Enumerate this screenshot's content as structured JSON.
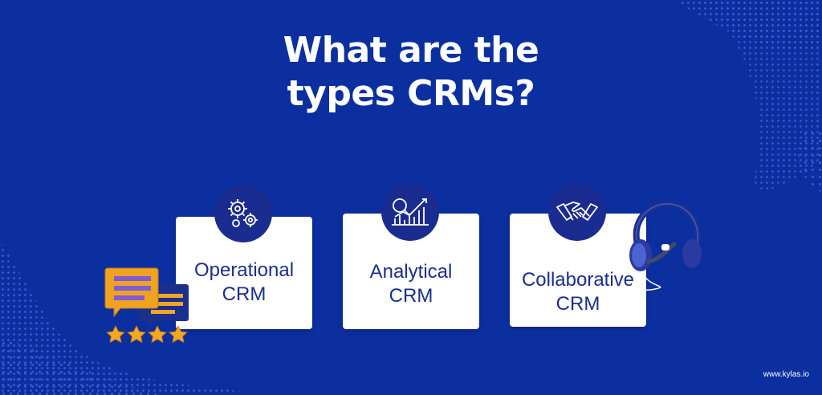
{
  "title": {
    "line1": "What are the",
    "line2": "types CRMs?"
  },
  "cards": [
    {
      "line1": "Operational",
      "line2": "CRM",
      "icon": "gears-icon"
    },
    {
      "line1": "Analytical",
      "line2": "CRM",
      "icon": "analytics-chart-icon"
    },
    {
      "line1": "Collaborative",
      "line2": "CRM",
      "icon": "handshake-icon"
    }
  ],
  "footer": {
    "url": "www.kylas.io"
  },
  "colors": {
    "background": "#0c2fa0",
    "card": "#ffffff",
    "card_text": "#1a2e8c",
    "icon_circle": "#1a2c8f",
    "star": "#f5a623"
  },
  "rating": {
    "stars": 4
  }
}
